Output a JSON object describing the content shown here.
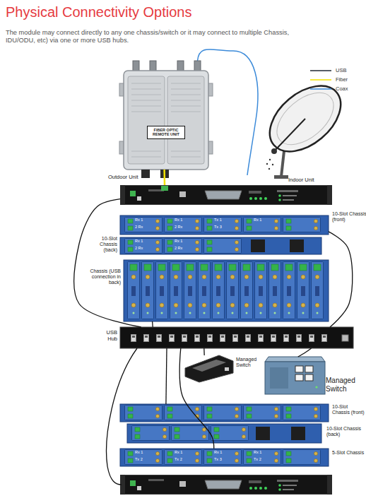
{
  "diagram": {
    "title": "Physical Connectivity Options",
    "nodes": [
      {
        "text": [
          "FIBER OPTIC REMOTE UNIT",
          "Outdoor Unit"
        ]
      },
      {
        "text": [
          "Indoor Unit"
        ]
      },
      {
        "text": [
          "10-Slot Chassis (front)"
        ]
      },
      {
        "text": [
          "10-Slot Chassis (back)"
        ]
      },
      {
        "text": [
          "Chassis (USB connection in back)"
        ]
      },
      {
        "text": [
          "USB Hub"
        ]
      },
      {
        "text": [
          "Managed Switch"
        ]
      },
      {
        "text": [
          "Managed Switch"
        ]
      },
      {
        "text": [
          "10-Slot Chassis (front)"
        ]
      },
      {
        "text": [
          "10-Slot Chassis (back)"
        ]
      },
      {
        "text": [
          "5-Slot Chassis"
        ]
      }
    ],
    "edges": [
      {
        "from": 0,
        "to": 1,
        "arrow": "none"
      },
      {
        "from": 1,
        "to": 5,
        "arrow": "none"
      },
      {
        "from": 2,
        "to": 5,
        "arrow": "none"
      },
      {
        "from": 4,
        "to": 5,
        "arrow": "none"
      },
      {
        "from": 5,
        "to": 6,
        "arrow": "none"
      },
      {
        "from": 5,
        "to": 7,
        "arrow": "none"
      },
      {
        "from": 5,
        "to": 8,
        "arrow": "none"
      },
      {
        "from": 5,
        "to": 10,
        "arrow": "none"
      }
    ],
    "labels": [
      "The module may connect directly to any one chassis/switch or it may connect to multiple Chassis, IDU/ODU, etc) via one or more USB hubs.",
      "Rx 1",
      "2 Rx",
      "Rx 1",
      "2 Rx",
      "Tx 1",
      "Tx 3",
      "Rx 1",
      "Rx 1",
      "2 Rx",
      "Rx 1",
      "2 Rx",
      "Rx 1",
      "Tx 2",
      "Rx 1",
      "Tx 2",
      "Rx 1",
      "Tx 3",
      "Rx 1",
      "Tx 2"
    ],
    "legend": [
      {
        "text": "USB"
      },
      {
        "text": "Fiber"
      },
      {
        "text": "Coax"
      }
    ]
  }
}
